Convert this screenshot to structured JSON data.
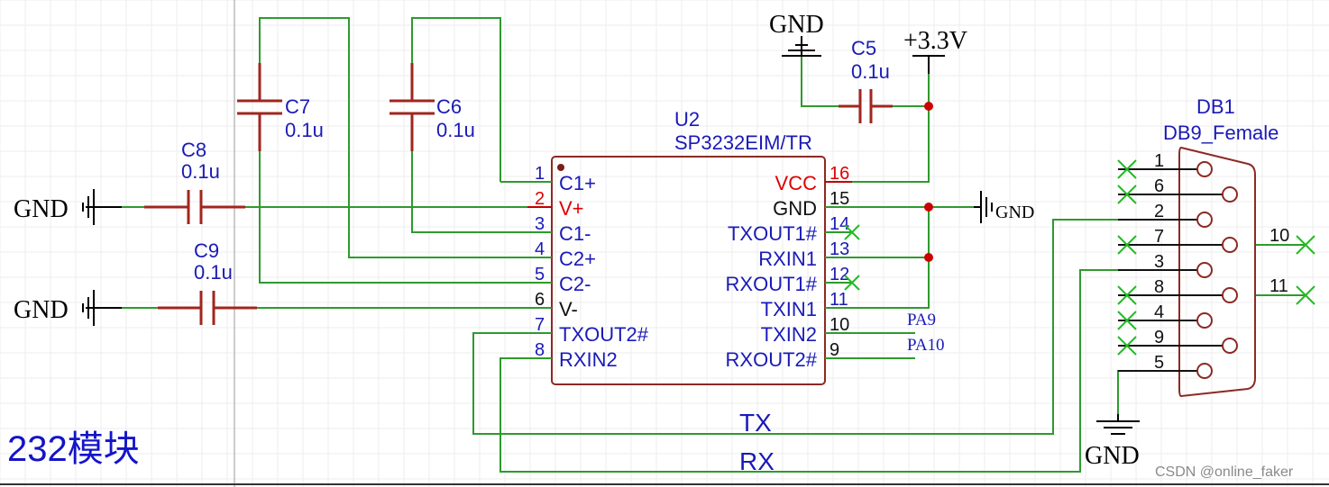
{
  "module_title": "232模块",
  "watermark": "CSDN @online_faker",
  "colors": {
    "wire": "#2e9a2e",
    "pin_number": "#1a1ab8",
    "power_pin": "#e00000",
    "component": "#a0261f",
    "junction": "#cc0000"
  },
  "ic": {
    "ref": "U2",
    "part": "SP3232EIM/TR",
    "left_pins": [
      {
        "num": "1",
        "name": "C1+"
      },
      {
        "num": "2",
        "name": "V+"
      },
      {
        "num": "3",
        "name": "C1-"
      },
      {
        "num": "4",
        "name": "C2+"
      },
      {
        "num": "5",
        "name": "C2-"
      },
      {
        "num": "6",
        "name": "V-"
      },
      {
        "num": "7",
        "name": "TXOUT2#"
      },
      {
        "num": "8",
        "name": "RXIN2"
      }
    ],
    "right_pins": [
      {
        "num": "16",
        "name": "VCC"
      },
      {
        "num": "15",
        "name": "GND"
      },
      {
        "num": "14",
        "name": "TXOUT1#"
      },
      {
        "num": "13",
        "name": "RXIN1"
      },
      {
        "num": "12",
        "name": "RXOUT1#"
      },
      {
        "num": "11",
        "name": "TXIN1"
      },
      {
        "num": "10",
        "name": "TXIN2"
      },
      {
        "num": "9",
        "name": "RXOUT2#"
      }
    ]
  },
  "capacitors": [
    {
      "ref": "C5",
      "value": "0.1u"
    },
    {
      "ref": "C6",
      "value": "0.1u"
    },
    {
      "ref": "C7",
      "value": "0.1u"
    },
    {
      "ref": "C8",
      "value": "0.1u"
    },
    {
      "ref": "C9",
      "value": "0.1u"
    }
  ],
  "power": {
    "vcc": "+3.3V",
    "gnd": "GND"
  },
  "connector": {
    "ref": "DB1",
    "part": "DB9_Female",
    "pins": [
      "1",
      "6",
      "2",
      "7",
      "3",
      "8",
      "4",
      "9",
      "5"
    ],
    "side_pins": [
      "10",
      "11"
    ]
  },
  "net_labels": {
    "tx": "TX",
    "rx": "RX",
    "pa9": "PA9",
    "pa10": "PA10"
  }
}
